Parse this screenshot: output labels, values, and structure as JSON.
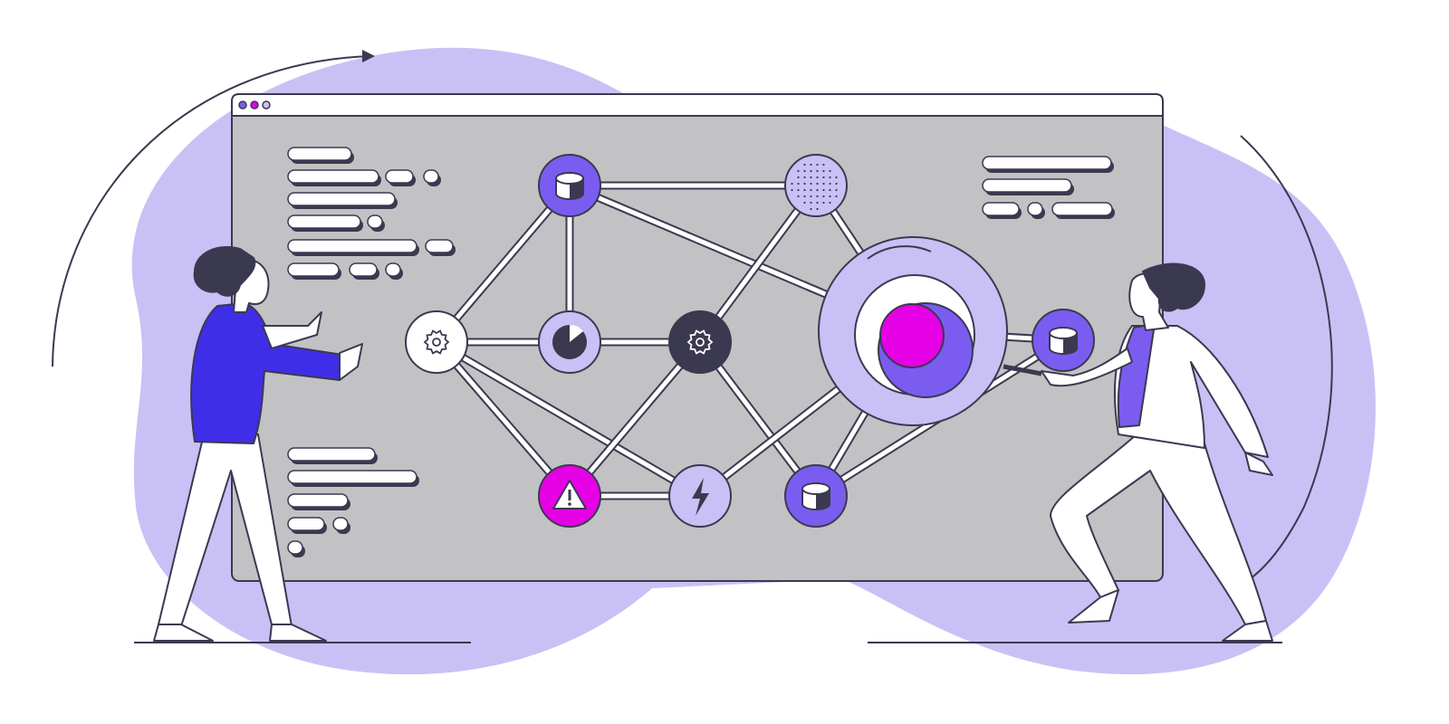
{
  "colors": {
    "blob": "#c9c1f5",
    "window_body": "#c2c2c5",
    "outline": "#3b3950",
    "purple": "#7b5cf0",
    "lavender": "#c9c1f5",
    "magenta": "#e600e6",
    "shirt_blue": "#3f2ee8",
    "white": "#ffffff"
  },
  "window": {
    "controls": [
      "window-dot-purple",
      "window-dot-magenta",
      "window-dot-lavender"
    ]
  },
  "network_nodes": [
    {
      "name": "database-node-top",
      "icon": "database-icon",
      "fill": "purple"
    },
    {
      "name": "dotted-node",
      "icon": "dots-pattern-icon",
      "fill": "lavender"
    },
    {
      "name": "settings-node-light",
      "icon": "gear-icon",
      "fill": "white"
    },
    {
      "name": "pie-chart-node",
      "icon": "pie-chart-icon",
      "fill": "lavender"
    },
    {
      "name": "settings-node-dark",
      "icon": "gear-icon",
      "fill": "outline"
    },
    {
      "name": "focus-node-large",
      "icon": "target-circles-icon",
      "fill": "lavender"
    },
    {
      "name": "database-node-right",
      "icon": "database-icon",
      "fill": "purple"
    },
    {
      "name": "warning-node",
      "icon": "warning-triangle-icon",
      "fill": "magenta"
    },
    {
      "name": "lightning-node",
      "icon": "lightning-bolt-icon",
      "fill": "lavender"
    },
    {
      "name": "database-node-bottom",
      "icon": "database-icon",
      "fill": "purple"
    }
  ],
  "people": [
    "person-left-pointing",
    "person-right-touching-screen"
  ]
}
